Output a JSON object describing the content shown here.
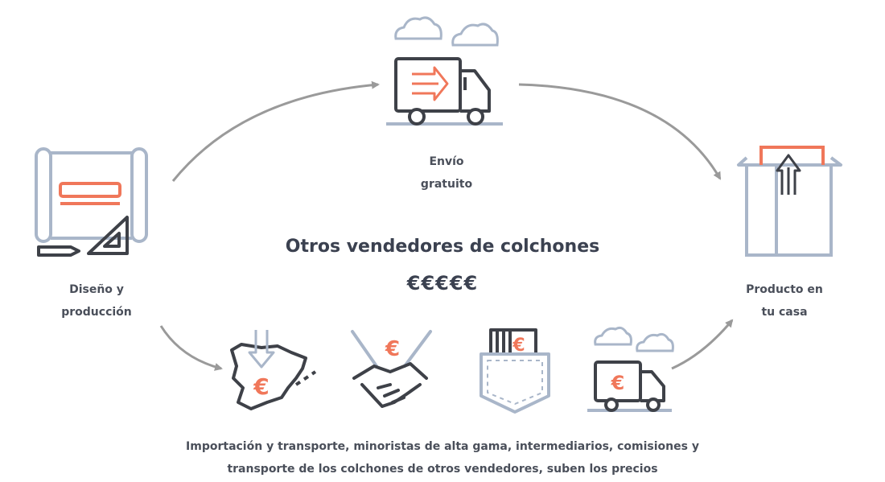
{
  "nodes": {
    "design": {
      "line1": "Diseño y",
      "line2": "producción"
    },
    "shipping": {
      "line1": "Envío",
      "line2": "gratuito"
    },
    "home": {
      "line1": "Producto en",
      "line2": "tu casa"
    }
  },
  "center": {
    "title": "Otros vendedores de colchones",
    "price": "€€€€€"
  },
  "caption": {
    "line1": "Importación y transporte, minoristas de alta gama, intermediarios, comisiones y",
    "line2": "transporte de los colchones de otros vendedores, suben los precios"
  },
  "icons": {
    "euro": "€"
  },
  "colors": {
    "accent": "#f0775a",
    "outline_blue": "#a9b6c9",
    "outline_dark": "#3e4148",
    "arrow": "#9a9a9a",
    "text": "#4a4f5a"
  }
}
